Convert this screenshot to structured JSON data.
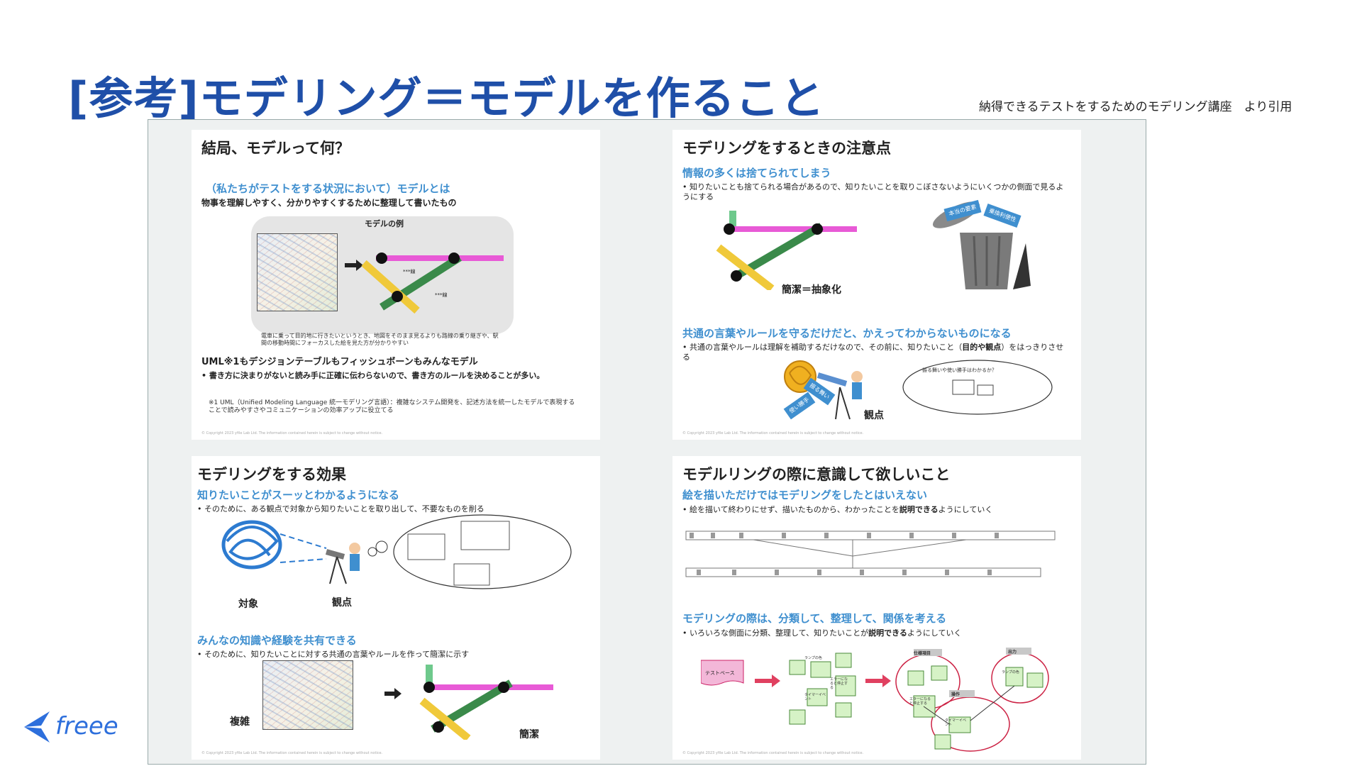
{
  "title": "[参考]モデリング＝モデルを作ること",
  "source": "納得できるテストをするためのモデリング講座　より引用",
  "logo": {
    "text": "freee"
  },
  "slides": {
    "s1": {
      "title": "結局、モデルって何？",
      "heading": "（私たちがテストをする状況において）モデルとは",
      "definition": "物事を理解しやすく、分かりやすくするために整理して書いたもの",
      "example_label": "モデルの例",
      "caption": "電車に乗って目的地に行きたいというとき、地図をそのまま見るよりも路線の乗り継ぎや、駅間の移動時間にフォーカスした絵を見た方が分かりやすい",
      "uml_heading": "UML※1もデシジョンテーブルもフィッシュボーンもみんなモデル",
      "bullet": "• 書き方に決まりがないと読み手に正確に伝わらないので、書き方のルールを決めることが多い。",
      "footnote": "※1 UML（Unified Modeling Language 統一モデリング言語）：複雑なシステム開発を、記述方法を統一したモデルで表現することで読みやすさやコミュニケーションの効率アップに役立てる",
      "footer": "© Copyright 2023 yfile Lab Ltd. The information contained herein is subject to change without notice."
    },
    "s2": {
      "title": "モデリングをするときの注意点",
      "heading1": "情報の多くは捨てられてしまう",
      "text1": "• 知りたいことも捨てられる場合があるので、知りたいことを取りこぼさないようにいくつかの側面で見るようにする",
      "note1": "簡潔＝抽象化",
      "tags": [
        "本当の要素",
        "乗換利便性"
      ],
      "heading2": "共通の言葉やルールを守るだけだと、かえってわからないものになる",
      "text2a": "• 共通の言葉やルールは理解を補助するだけなので、その前に、知りたいこと（",
      "text2b": "目的や観点",
      "text2c": "）をはっきりさせる",
      "cloud": "振る舞いや使い勝手はわかるか？",
      "signs": [
        "振る舞い",
        "使い勝手"
      ],
      "viewpoint": "観点",
      "footer": "© Copyright 2023 yfile Lab Ltd. The information contained herein is subject to change without notice."
    },
    "s3": {
      "title": "モデリングをする効果",
      "heading1": "知りたいことがスーッとわかるようになる",
      "text1": "• そのために、ある観点で対象から知りたいことを取り出して、不要なものを削る",
      "target": "対象",
      "viewpoint": "観点",
      "heading2": "みんなの知識や経験を共有できる",
      "text2": "• そのために、知りたいことに対する共通の言葉やルールを作って簡潔に示す",
      "complex": "複雑",
      "simple": "簡潔",
      "footer": "© Copyright 2023 yfile Lab Ltd. The information contained herein is subject to change without notice."
    },
    "s4": {
      "title": "モデルリングの際に意識して欲しいこと",
      "heading1": "絵を描いただけではモデリングをしたとはいえない",
      "text1a": "• 絵を描いて終わりにせず、描いたものから、わかったことを",
      "text1b": "説明できる",
      "text1c": "ようにしていく",
      "heading2": "モデリングの際は、分類して、整理して、関係を考える",
      "text2a": "• いろいろな側面に分類、整理して、知りたいことが",
      "text2b": "説明できる",
      "text2c": "ようにしていく",
      "testbase": "テストベース",
      "items": [
        "ランプの色",
        "タイマーイベント",
        "エラーになると停止する"
      ],
      "groups": [
        "仕様項目",
        "操作",
        "出力"
      ],
      "group_items": [
        "エラーになると停止する",
        "タイマーイベント",
        "ランプの色"
      ],
      "footer": "© Copyright 2023 yfile Lab Ltd. The information contained herein is subject to change without notice."
    }
  },
  "colors": {
    "title": "#1f4fa8",
    "heading": "#3f8fcf",
    "line_pink": "#e85ad6",
    "line_green": "#3a8a4a",
    "line_yellow": "#f0c93a"
  }
}
